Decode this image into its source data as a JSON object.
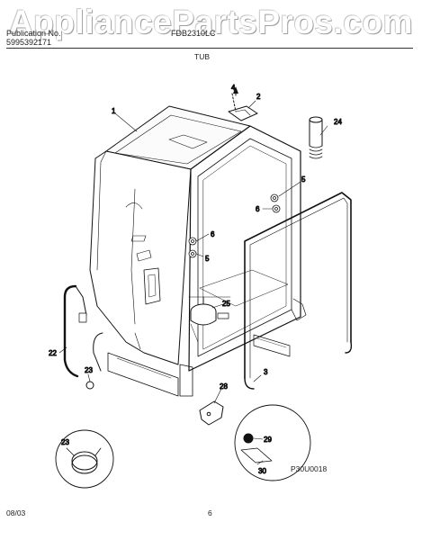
{
  "watermark": "AppliancePartsPros.com",
  "header": {
    "publication_label": "Publication No.",
    "publication_number": "5995392171",
    "model": "FDB2310LC",
    "section_title": "TUB"
  },
  "footer": {
    "date": "08/03",
    "page_number": "6",
    "diagram_code": "P30U0018"
  },
  "callouts": {
    "c1": "1",
    "c2": "2",
    "c3": "3",
    "c4": "4",
    "c5a": "5",
    "c5b": "5",
    "c6a": "6",
    "c6b": "6",
    "c22": "22",
    "c23a": "23",
    "c23b": "23",
    "c24": "24",
    "c25": "25",
    "c28": "28",
    "c29": "29",
    "c30": "30"
  }
}
